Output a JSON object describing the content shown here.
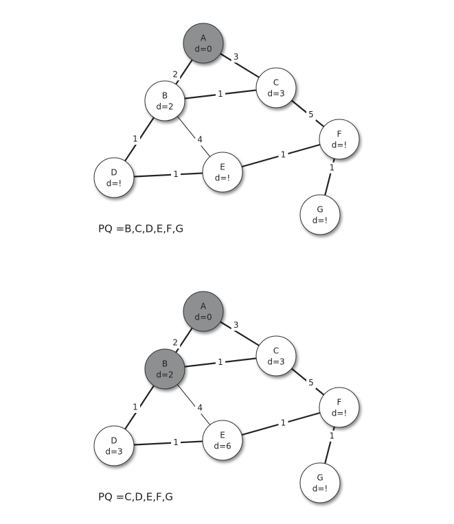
{
  "panels": [
    {
      "pq": "PQ =B,C,D,E,F,G",
      "nodes": [
        {
          "id": "A",
          "d": "d=0",
          "visited": true
        },
        {
          "id": "B",
          "d": "d=2",
          "visited": false
        },
        {
          "id": "C",
          "d": "d=3",
          "visited": false
        },
        {
          "id": "D",
          "d": "d=!",
          "visited": false
        },
        {
          "id": "E",
          "d": "d=!",
          "visited": false
        },
        {
          "id": "F",
          "d": "d=!",
          "visited": false
        },
        {
          "id": "G",
          "d": "d=!",
          "visited": false
        }
      ],
      "edges": [
        {
          "from": "A",
          "to": "B",
          "w": "2",
          "bold": true
        },
        {
          "from": "A",
          "to": "C",
          "w": "3",
          "bold": true
        },
        {
          "from": "B",
          "to": "C",
          "w": "1",
          "bold": true
        },
        {
          "from": "B",
          "to": "D",
          "w": "1",
          "bold": true
        },
        {
          "from": "B",
          "to": "E",
          "w": "4",
          "bold": false
        },
        {
          "from": "C",
          "to": "F",
          "w": "5",
          "bold": true
        },
        {
          "from": "D",
          "to": "E",
          "w": "1",
          "bold": true
        },
        {
          "from": "E",
          "to": "F",
          "w": "1",
          "bold": true
        },
        {
          "from": "F",
          "to": "G",
          "w": "1",
          "bold": true
        }
      ]
    },
    {
      "pq": "PQ =C,D,E,F,G",
      "nodes": [
        {
          "id": "A",
          "d": "d=0",
          "visited": true
        },
        {
          "id": "B",
          "d": "d=2",
          "visited": true
        },
        {
          "id": "C",
          "d": "d=3",
          "visited": false
        },
        {
          "id": "D",
          "d": "d=3",
          "visited": false
        },
        {
          "id": "E",
          "d": "d=6",
          "visited": false
        },
        {
          "id": "F",
          "d": "d=!",
          "visited": false
        },
        {
          "id": "G",
          "d": "d=!",
          "visited": false
        }
      ],
      "edges": [
        {
          "from": "A",
          "to": "B",
          "w": "2",
          "bold": true
        },
        {
          "from": "A",
          "to": "C",
          "w": "3",
          "bold": true
        },
        {
          "from": "B",
          "to": "C",
          "w": "1",
          "bold": true
        },
        {
          "from": "B",
          "to": "D",
          "w": "1",
          "bold": true
        },
        {
          "from": "B",
          "to": "E",
          "w": "4",
          "bold": false
        },
        {
          "from": "C",
          "to": "F",
          "w": "5",
          "bold": true
        },
        {
          "from": "D",
          "to": "E",
          "w": "1",
          "bold": true
        },
        {
          "from": "E",
          "to": "F",
          "w": "1",
          "bold": true
        },
        {
          "from": "F",
          "to": "G",
          "w": "1",
          "bold": true
        }
      ]
    }
  ],
  "colors": {
    "visited_fill": "#8e8f91",
    "unvisited_fill": "#ffffff",
    "node_stroke": "#333333",
    "edge": "#222222"
  }
}
